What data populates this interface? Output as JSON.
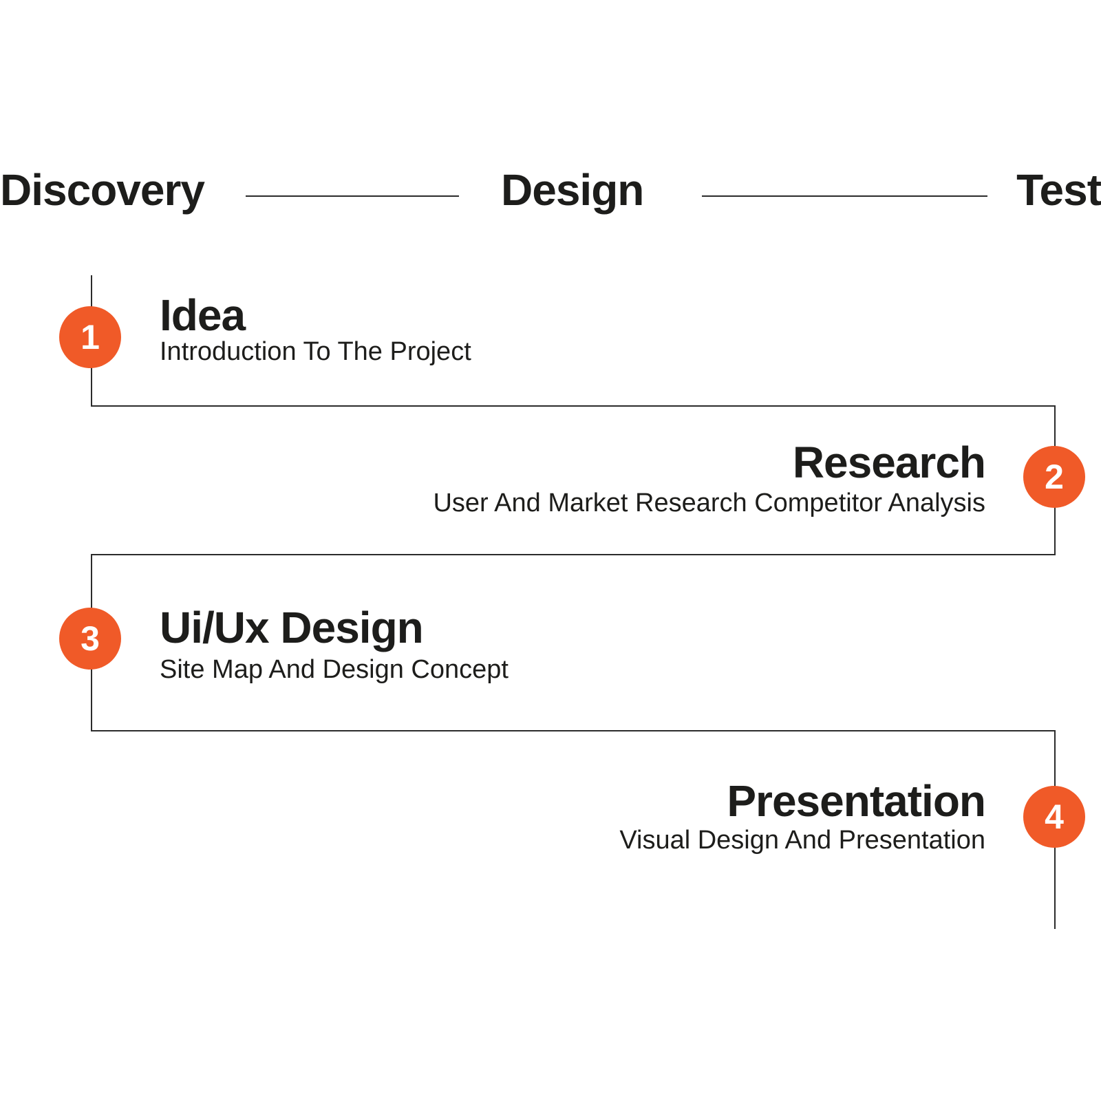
{
  "colors": {
    "accent": "#f05a28",
    "text": "#1d1d1b",
    "line": "#2b2b2b"
  },
  "phases": [
    {
      "label": "Discovery"
    },
    {
      "label": "Design"
    },
    {
      "label": "Test"
    }
  ],
  "steps": [
    {
      "number": "1",
      "title": "Idea",
      "description": "Introduction To The Project"
    },
    {
      "number": "2",
      "title": "Research",
      "description": "User And Market Research Competitor Analysis"
    },
    {
      "number": "3",
      "title": "Ui/Ux Design",
      "description": "Site Map And Design Concept"
    },
    {
      "number": "4",
      "title": "Presentation",
      "description": "Visual Design And Presentation"
    }
  ]
}
